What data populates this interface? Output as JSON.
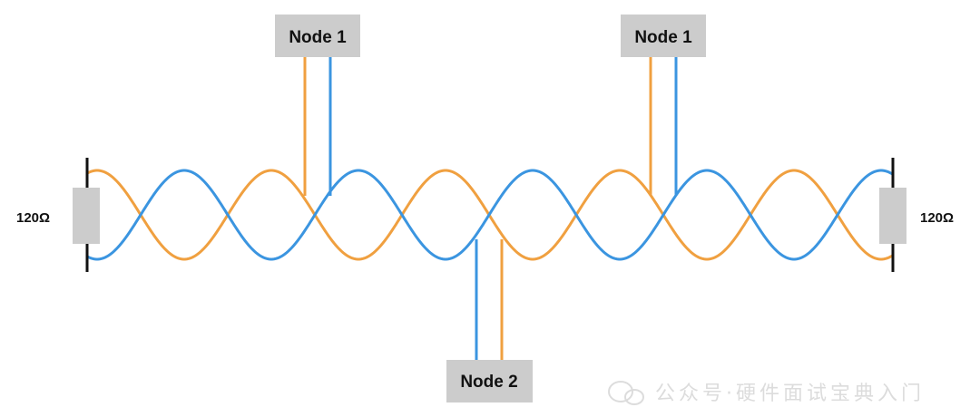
{
  "diagram": {
    "nodes": [
      {
        "id": "node-1-left",
        "label": "Node 1"
      },
      {
        "id": "node-1-right",
        "label": "Node 1"
      },
      {
        "id": "node-2-bottom",
        "label": "Node 2"
      }
    ],
    "terminators": {
      "left": {
        "label": "120Ω"
      },
      "right": {
        "label": "120Ω"
      }
    },
    "watermark": {
      "text": "公众号·硬件面试宝典入门"
    },
    "colors": {
      "wire_a": "#f0a040",
      "wire_b": "#3b95e0",
      "node_box": "#cccccc",
      "resistor": "#cccccc",
      "terminal": "#111111"
    }
  }
}
